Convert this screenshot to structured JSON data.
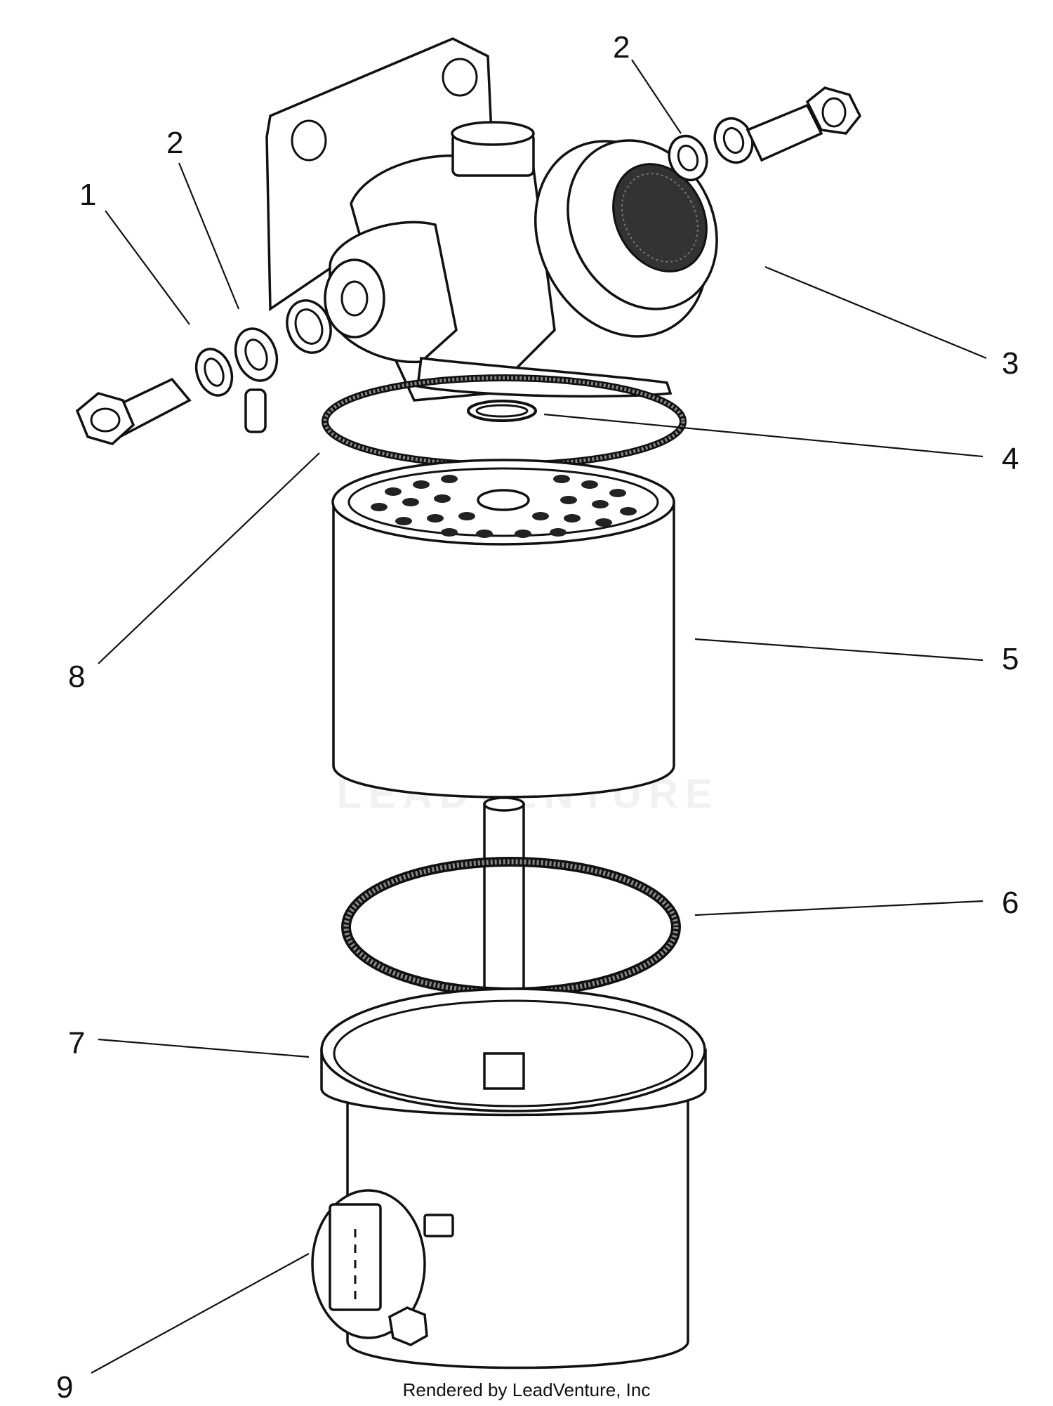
{
  "callouts": [
    {
      "id": "1",
      "label": "1"
    },
    {
      "id": "2a",
      "label": "2"
    },
    {
      "id": "2b",
      "label": "2"
    },
    {
      "id": "3",
      "label": "3"
    },
    {
      "id": "4",
      "label": "4"
    },
    {
      "id": "5",
      "label": "5"
    },
    {
      "id": "6",
      "label": "6"
    },
    {
      "id": "7",
      "label": "7"
    },
    {
      "id": "8",
      "label": "8"
    },
    {
      "id": "9",
      "label": "9"
    }
  ],
  "watermark": {
    "text": "LEADVENTURE"
  },
  "footer": {
    "credit": "Rendered by LeadVenture, Inc"
  }
}
